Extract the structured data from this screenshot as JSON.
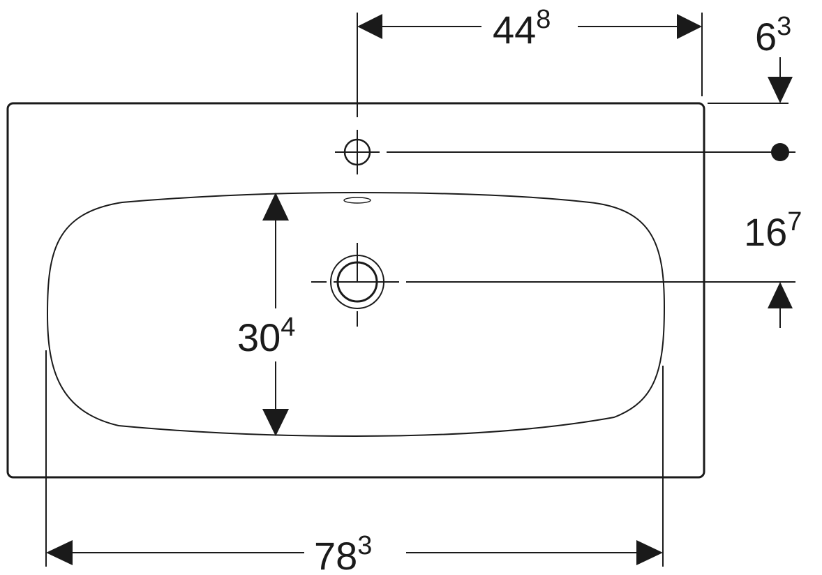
{
  "dimensions": {
    "tap_hole_offset": {
      "main": "44",
      "sup": "8"
    },
    "top_margin": {
      "main": "6",
      "sup": "3"
    },
    "hole_spacing": {
      "main": "16",
      "sup": "7"
    },
    "bowl_depth": {
      "main": "30",
      "sup": "4"
    },
    "bowl_width": {
      "main": "78",
      "sup": "3"
    }
  },
  "colors": {
    "line": "#1a1a1a",
    "background": "#ffffff"
  }
}
